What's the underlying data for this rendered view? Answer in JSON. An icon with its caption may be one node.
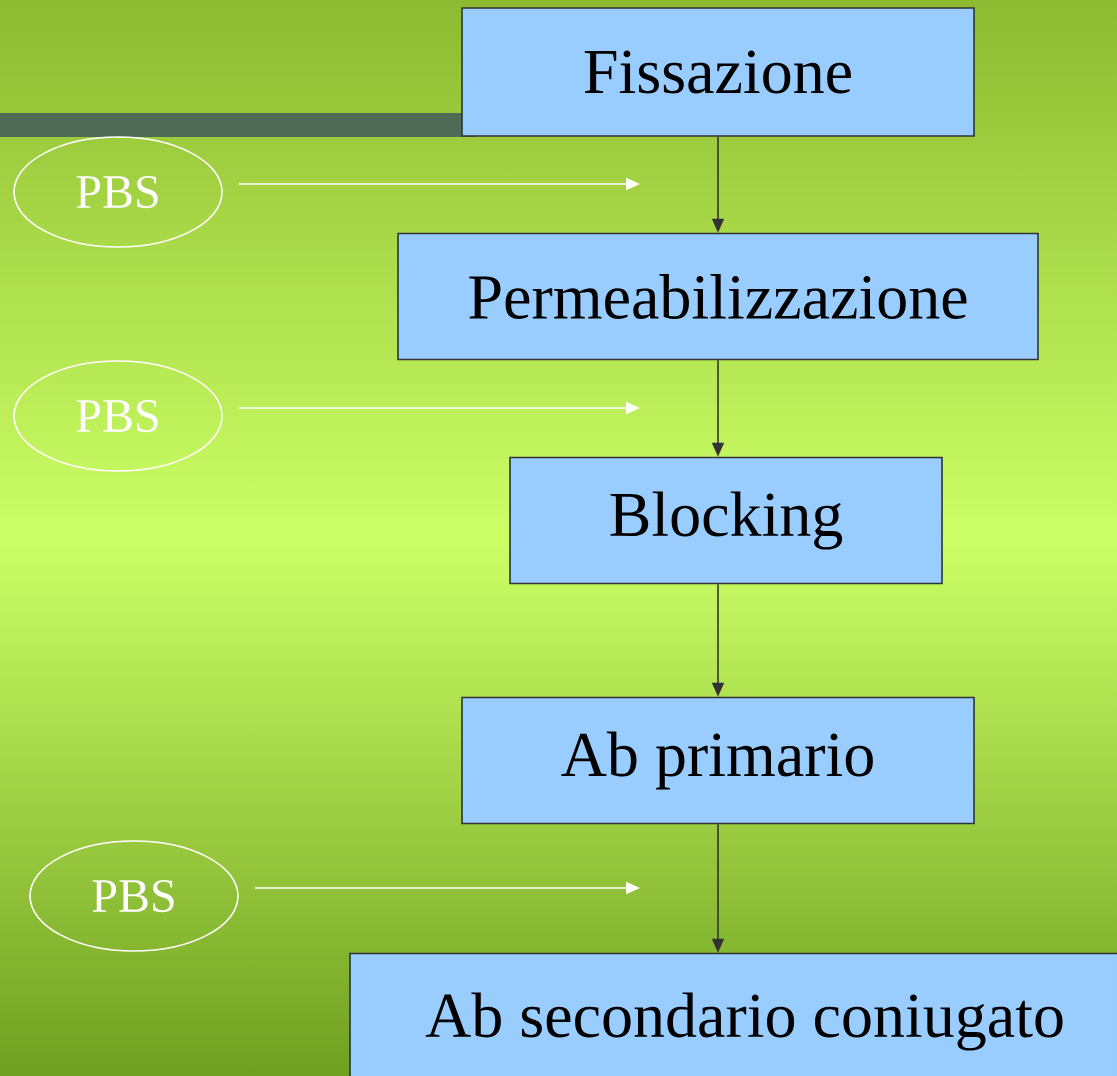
{
  "diagram": {
    "nodes": [
      {
        "text": [
          "Fissazione"
        ]
      },
      {
        "text": [
          "Permeabilizzazione"
        ]
      },
      {
        "text": [
          "Blocking"
        ]
      },
      {
        "text": [
          "Ab primario"
        ]
      },
      {
        "text": [
          "Ab secondario coniugato"
        ]
      },
      {
        "text": [
          "PBS"
        ]
      },
      {
        "text": [
          "PBS"
        ]
      },
      {
        "text": [
          "PBS"
        ]
      }
    ],
    "edges": [
      {
        "from": 0,
        "to": 1,
        "arrow": "to"
      },
      {
        "from": 1,
        "to": 2,
        "arrow": "to"
      },
      {
        "from": 2,
        "to": 3,
        "arrow": "to"
      },
      {
        "from": 3,
        "to": 4,
        "arrow": "to"
      },
      {
        "from": 5,
        "to": null,
        "arrow": "to",
        "color": "#ffffff"
      },
      {
        "from": 6,
        "to": null,
        "arrow": "to",
        "color": "#ffffff"
      },
      {
        "from": 7,
        "to": null,
        "arrow": "to",
        "color": "#ffffff"
      }
    ]
  }
}
